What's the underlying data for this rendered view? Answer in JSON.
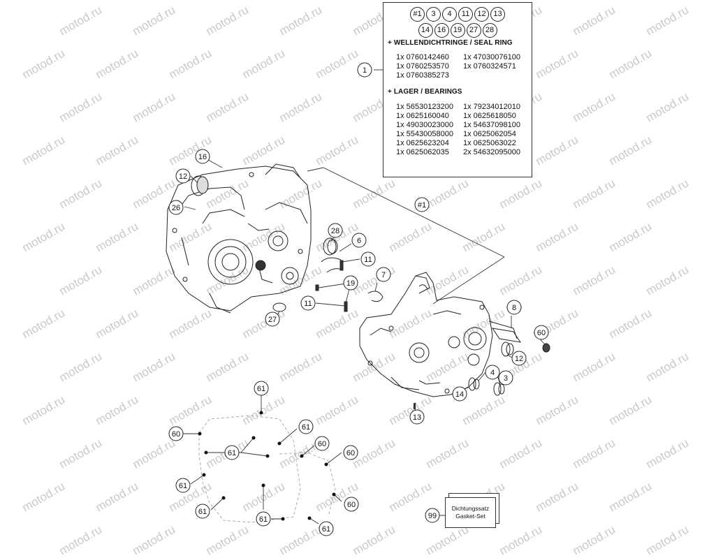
{
  "watermark": "motod.ru",
  "legend": {
    "kits_row1": [
      "#1",
      "3",
      "4",
      "11",
      "12",
      "13"
    ],
    "kits_row2": [
      "14",
      "16",
      "19",
      "27",
      "28"
    ],
    "seal_heading": "+ WELLENDICHTRINGE / SEAL RING",
    "seal_left": [
      "1x 0760142460",
      "1x 0760253570",
      "1x 0760385273"
    ],
    "seal_right": [
      "1x 47030076100",
      "1x 0760324571"
    ],
    "bearing_heading": "+ LAGER / BEARINGS",
    "bearing_left": [
      "1x 56530123200",
      "1x 0625160040",
      "1x 49030023000",
      "1x 55430058000",
      "1x 0625623204",
      "1x 0625062035"
    ],
    "bearing_right": [
      "1x 79234012010",
      "1x 0625618050",
      "1x 54637098100",
      "1x 0625062054",
      "1x 0625063022",
      "2x 54632095000"
    ]
  },
  "gasket_kit": {
    "line1": "Dichtungssatz",
    "line2": "Gasket-Set"
  },
  "callouts": [
    {
      "label": "1"
    },
    {
      "label": "#1"
    },
    {
      "label": "16"
    },
    {
      "label": "12"
    },
    {
      "label": "26"
    },
    {
      "label": "28"
    },
    {
      "label": "6"
    },
    {
      "label": "11"
    },
    {
      "label": "7"
    },
    {
      "label": "19"
    },
    {
      "label": "11"
    },
    {
      "label": "27"
    },
    {
      "label": "8"
    },
    {
      "label": "60"
    },
    {
      "label": "12"
    },
    {
      "label": "4"
    },
    {
      "label": "3"
    },
    {
      "label": "14"
    },
    {
      "label": "13"
    },
    {
      "label": "61"
    },
    {
      "label": "60"
    },
    {
      "label": "61"
    },
    {
      "label": "61"
    },
    {
      "label": "60"
    },
    {
      "label": "60"
    },
    {
      "label": "61"
    },
    {
      "label": "61"
    },
    {
      "label": "60"
    },
    {
      "label": "61"
    },
    {
      "label": "61"
    },
    {
      "label": "99"
    }
  ]
}
